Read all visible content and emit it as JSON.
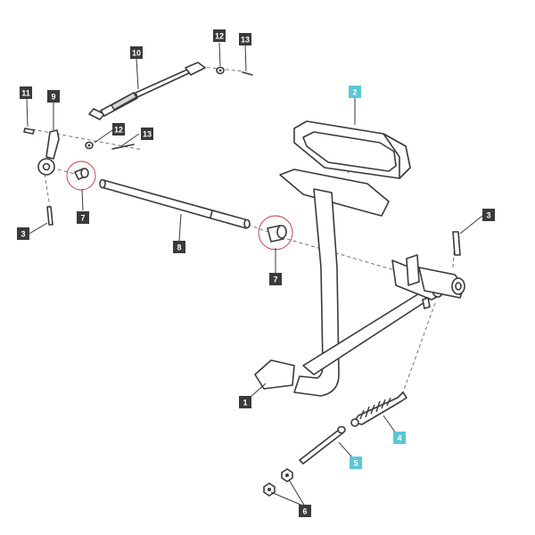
{
  "colors": {
    "callout_dark": "#3a3a3a",
    "callout_highlight": "#5bc6d6",
    "ring": "#c4343a",
    "line": "#3a3a3a"
  },
  "callouts": [
    {
      "id": "c10",
      "label": "10",
      "style": "dark"
    },
    {
      "id": "c12a",
      "label": "12",
      "style": "dark"
    },
    {
      "id": "c13a",
      "label": "13",
      "style": "dark"
    },
    {
      "id": "c11",
      "label": "11",
      "style": "dark"
    },
    {
      "id": "c9",
      "label": "9",
      "style": "dark"
    },
    {
      "id": "c12b",
      "label": "12",
      "style": "dark"
    },
    {
      "id": "c13b",
      "label": "13",
      "style": "dark"
    },
    {
      "id": "c7a",
      "label": "7",
      "style": "dark"
    },
    {
      "id": "c3a",
      "label": "3",
      "style": "dark"
    },
    {
      "id": "c8",
      "label": "8",
      "style": "dark"
    },
    {
      "id": "c7b",
      "label": "7",
      "style": "dark"
    },
    {
      "id": "c2",
      "label": "2",
      "style": "highlight"
    },
    {
      "id": "c3b",
      "label": "3",
      "style": "dark"
    },
    {
      "id": "c1",
      "label": "1",
      "style": "dark"
    },
    {
      "id": "c4",
      "label": "4",
      "style": "highlight"
    },
    {
      "id": "c5",
      "label": "5",
      "style": "highlight"
    },
    {
      "id": "c6",
      "label": "6",
      "style": "dark"
    }
  ]
}
